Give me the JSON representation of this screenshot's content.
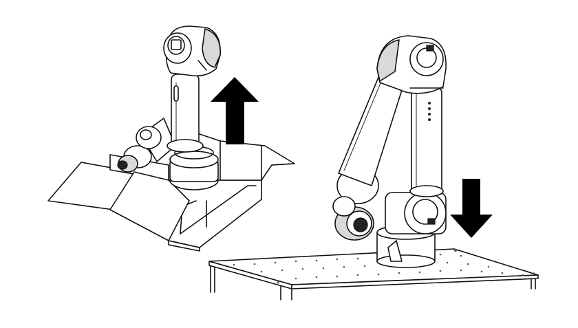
{
  "figure": {
    "left_panel": {
      "scene": "robot-arm-unpacking-from-box",
      "arrow_direction": "up",
      "arrow_color": "#000000",
      "icons": [
        "robot-arm-icon",
        "shipping-box-icon",
        "arrow-up-icon"
      ]
    },
    "right_panel": {
      "scene": "robot-arm-mounting-on-table",
      "arrow_direction": "down",
      "arrow_color": "#000000",
      "icons": [
        "robot-arm-icon",
        "mounting-table-icon",
        "arrow-down-icon"
      ]
    },
    "line_color": "#111111",
    "background": "#ffffff"
  }
}
